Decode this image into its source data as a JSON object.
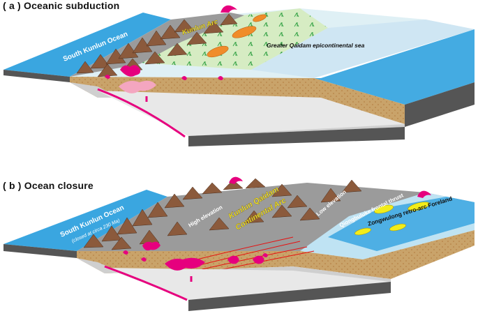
{
  "panel_a": {
    "title": "( a ) Oceanic subduction",
    "ocean_label": "South Kunlun Ocean",
    "arc_label": "Kunlun Arc",
    "sea_label": "Greater Qaidam epicontinental sea"
  },
  "panel_b": {
    "title": "( b ) Ocean closure",
    "ocean_label": "South Kunlun Ocean",
    "ocean_note": "(closed at circa 230 Ma)",
    "high_elev_label": "High elevation",
    "arc_label_1": "Kunlun Qaidam",
    "arc_label_2": "Continental Arc",
    "low_elev_label": "Low elevation",
    "thrust_label": "Qiongbuluke frontal thrust",
    "foreland_label": "Zongwulong retro-arc Foreland"
  },
  "colors": {
    "ocean": "#3aa6e0",
    "crust": "#c9a36a",
    "mountain": "#8b5a3c",
    "magma": "#e6007e",
    "slab": "#e8e8e8",
    "lowland": "#d9ecc8",
    "arc_text": "#f7ef2a"
  }
}
